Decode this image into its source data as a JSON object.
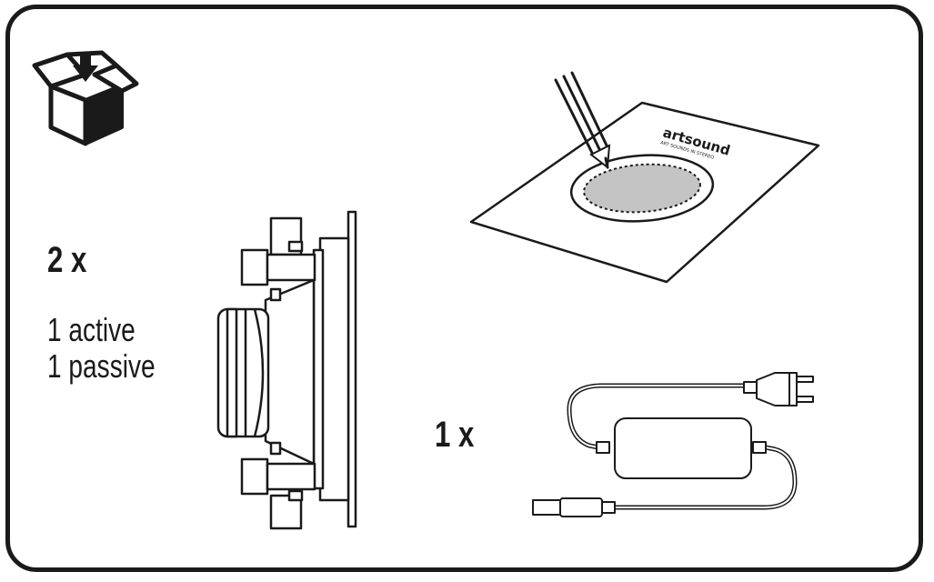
{
  "speakers": {
    "quantity": "2 x",
    "line1": "1 active",
    "line2": "1 passive"
  },
  "adapter": {
    "quantity": "1 x"
  },
  "template": {
    "brand": "artsound",
    "tagline": "ART SOUNDS IN STEREO"
  },
  "colors": {
    "ink": "#1a1a1a",
    "cutout_fill": "#c4c4c4"
  },
  "icons": [
    "package-unbox-icon",
    "speaker-side-view",
    "pencil-icon",
    "cut-out-template",
    "power-adapter-icon"
  ]
}
